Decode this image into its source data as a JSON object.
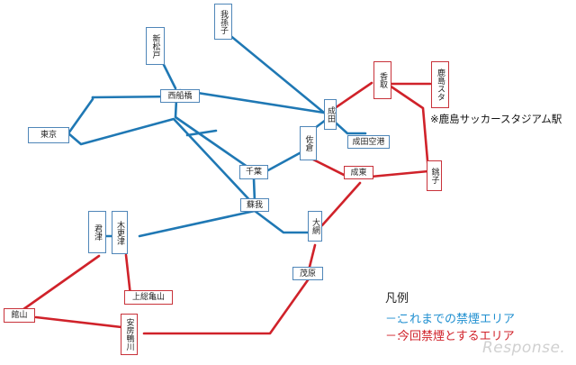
{
  "stations": {
    "shinmatsudo": "新松戸",
    "abiko": "我孫子",
    "nishifunabashi": "西船橋",
    "tokyo": "東京",
    "narita": "成田",
    "naritakuko": "成田空港",
    "sakura": "佐倉",
    "chiba": "千葉",
    "soga": "蘇我",
    "katori": "香取",
    "kashimasuta": "鹿島スタ",
    "choshi": "銚子",
    "narutō": "成東",
    "oami": "大網",
    "mobara": "茂原",
    "kimitsu": "君津",
    "kisarazu": "木更津",
    "kazusakameyama": "上総亀山",
    "tateyama": "館山",
    "awakamogawa": "安房鴨川"
  },
  "note": "※鹿島サッカースタジアム駅",
  "legend": {
    "title": "凡例",
    "previous": "これまでの禁煙エリア",
    "current": "今回禁煙とするエリア",
    "dash": "－:"
  },
  "watermark": "Response.",
  "colors": {
    "blue": "#1f78b4",
    "red": "#d0222a"
  }
}
